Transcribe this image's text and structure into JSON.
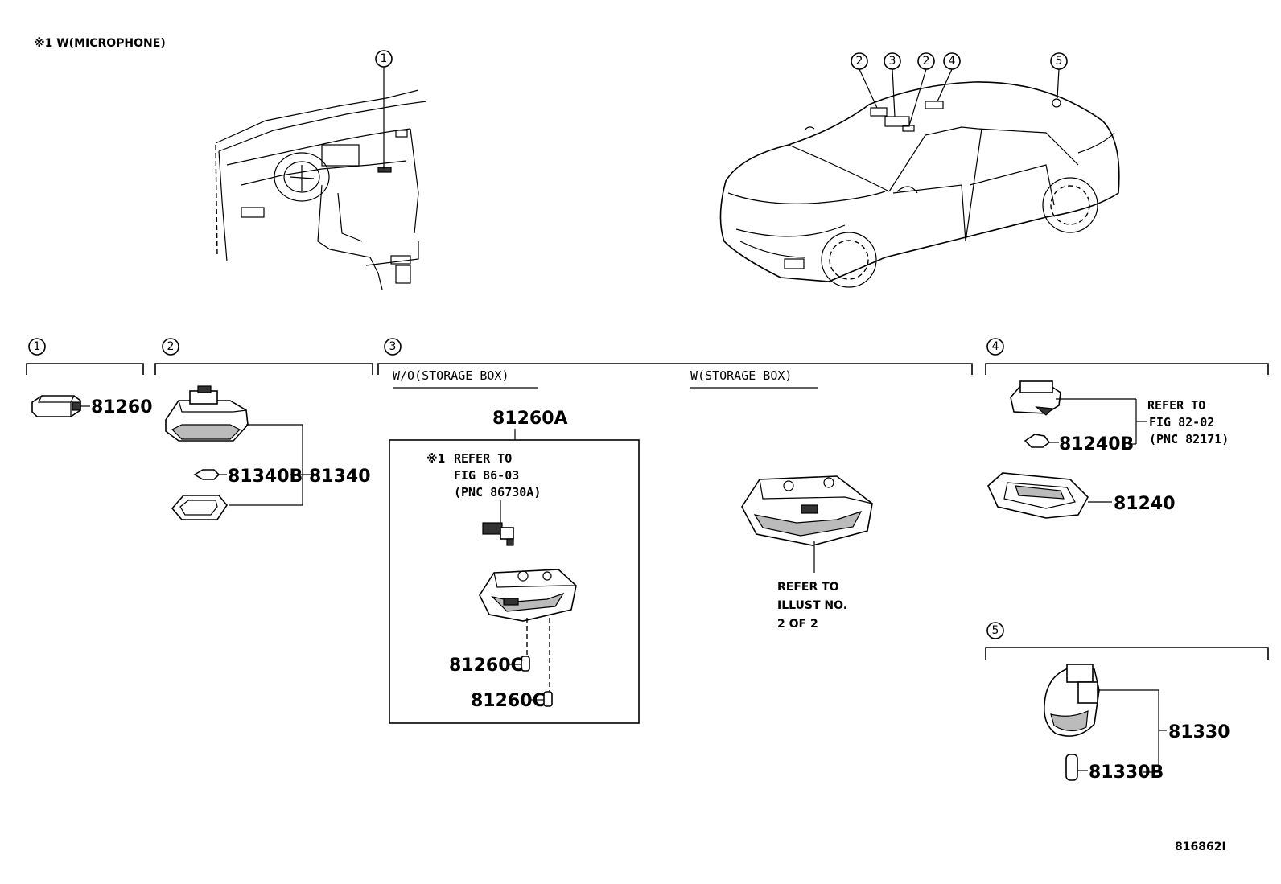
{
  "header_note": "※1 W(MICROPHONE)",
  "illustration_number": "816862I",
  "sections": {
    "s1": {
      "num": "1",
      "part": "81260"
    },
    "s2": {
      "num": "2",
      "part_bulb": "81340B",
      "part_lamp": "81340"
    },
    "s3": {
      "num": "3",
      "wo_label": "W/O(STORAGE BOX)",
      "w_label": "W(STORAGE BOX)",
      "assembly_part": "81260A",
      "refer_mark": "※1",
      "refer_line1": "REFER TO",
      "refer_line2": "FIG 86-03",
      "refer_line3": "(PNC 86730A)",
      "bulb_1": "81260C",
      "bulb_2": "81260C",
      "w_refer_line1": "REFER TO",
      "w_refer_line2": "ILLUST NO.",
      "w_refer_line3": "2 OF 2"
    },
    "s4": {
      "num": "4",
      "refer_line1": "REFER TO",
      "refer_line2": "FIG 82-02",
      "refer_line3": "(PNC 82171)",
      "part_bulb": "81240B",
      "part_lamp": "81240"
    },
    "s5": {
      "num": "5",
      "part_lamp": "81330",
      "part_bulb": "81330B"
    }
  },
  "dashboard_callouts": [
    "1"
  ],
  "car_callouts": [
    "2",
    "3",
    "2",
    "4",
    "5"
  ]
}
